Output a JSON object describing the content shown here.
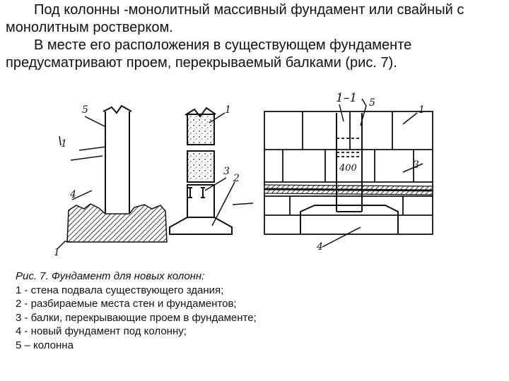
{
  "paragraphs": [
    "Под колонны -монолитный массивный фундамент или свайный с монолитным ростверком.",
    "В месте его расположения в существующем фундаменте предусматривают проем, перекрываемый балками (рис. 7)."
  ],
  "figure": {
    "section_label": "1–1",
    "dimension_label": "400",
    "callouts": {
      "left_5": "5",
      "left_1": "1",
      "left_4": "4",
      "left_1_bottom": "1",
      "mid_1": "1",
      "mid_3": "3",
      "mid_2": "2",
      "right_5": "5",
      "right_1": "1",
      "right_3": "3",
      "right_4": "4"
    }
  },
  "caption": {
    "title": "Рис. 7. Фундамент для новых колонн:",
    "items": [
      "1 - стена подвала существующего здания;",
      "2 - разбираемые места стен и фундаментов;",
      "3 - балки, перекрывающие проем в фундаменте;",
      "4 - новый фундамент под колонну;",
      "5 – колонна"
    ]
  }
}
